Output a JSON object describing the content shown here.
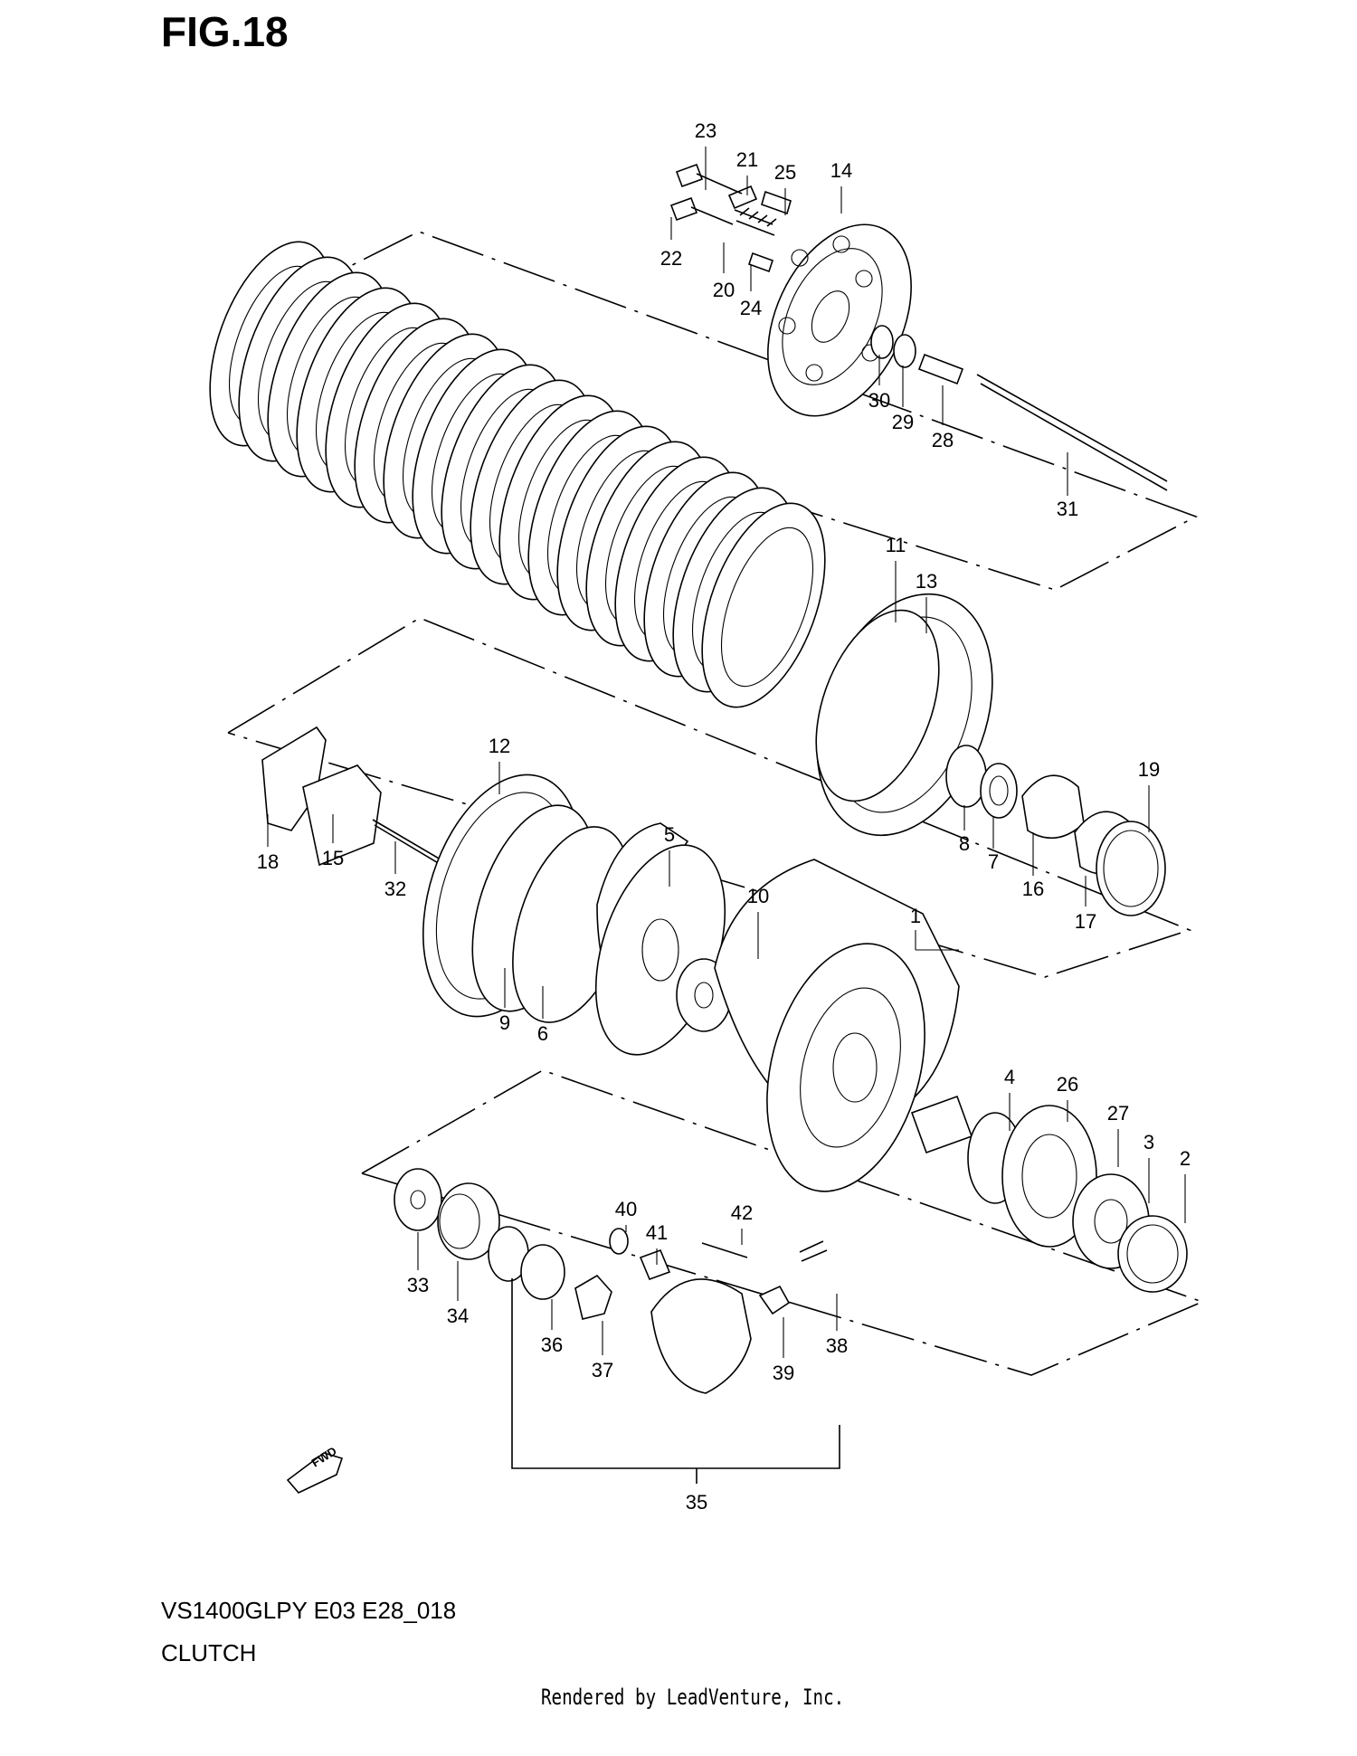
{
  "figure_title": "FIG.18",
  "model_code": "VS1400GLPY E03 E28_018",
  "section_name": "CLUTCH",
  "credit": "Rendered by LeadVenture, Inc.",
  "fwd_label": "FWD",
  "callouts": [
    "1",
    "2",
    "3",
    "4",
    "5",
    "6",
    "7",
    "8",
    "9",
    "10",
    "11",
    "12",
    "13",
    "14",
    "15",
    "16",
    "17",
    "18",
    "19",
    "20",
    "21",
    "22",
    "23",
    "24",
    "25",
    "26",
    "27",
    "28",
    "29",
    "30",
    "31",
    "32",
    "33",
    "34",
    "35",
    "36",
    "37",
    "38",
    "39",
    "40",
    "41",
    "42"
  ]
}
